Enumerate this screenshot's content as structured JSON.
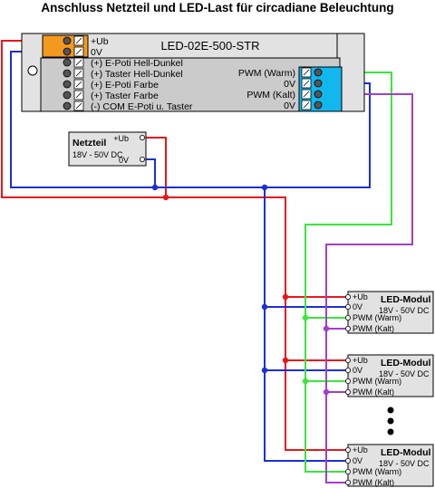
{
  "title": "Anschluss Netzteil und LED-Last für circadiane Beleuchtung",
  "controller": {
    "name": "LED-02E-500-STR",
    "power_terminals": [
      "+Ub",
      "0V"
    ],
    "input_terminals": [
      "(+) E-Poti Hell-Dunkel",
      "(+) Taster Hell-Dunkel",
      "(+) E-Poti Farbe",
      "(+) Taster Farbe",
      "(-) COM E-Poti u. Taster"
    ],
    "output_terminals": [
      "PWM (Warm)",
      "0V",
      "PWM (Kalt)",
      "0V"
    ]
  },
  "power_supply": {
    "name": "Netzteil",
    "spec": "18V - 50V DC",
    "terminals": [
      "+Ub",
      "0V"
    ]
  },
  "led_modules": [
    {
      "name": "LED-Modul",
      "spec": "18V - 50V DC",
      "terminals": [
        "+Ub",
        "0V",
        "PWM (Warm)",
        "PWM (Kalt)"
      ]
    },
    {
      "name": "LED-Modul",
      "spec": "18V - 50V DC",
      "terminals": [
        "+Ub",
        "0V",
        "PWM (Warm)",
        "PWM (Kalt)"
      ]
    },
    {
      "name": "LED-Modul",
      "spec": "18V - 50V DC",
      "terminals": [
        "+Ub",
        "0V",
        "PWM (Warm)",
        "PWM (Kalt)"
      ]
    }
  ],
  "colors": {
    "plus": "#e8161b",
    "zero": "#1b2fd6",
    "warm": "#39e639",
    "kalt": "#a23fc9",
    "terminal_orange": "#f39a1e",
    "terminal_cyan": "#12b7ee",
    "box_fill": "#e2e2e2",
    "inner_fill": "#cbcbcb"
  }
}
